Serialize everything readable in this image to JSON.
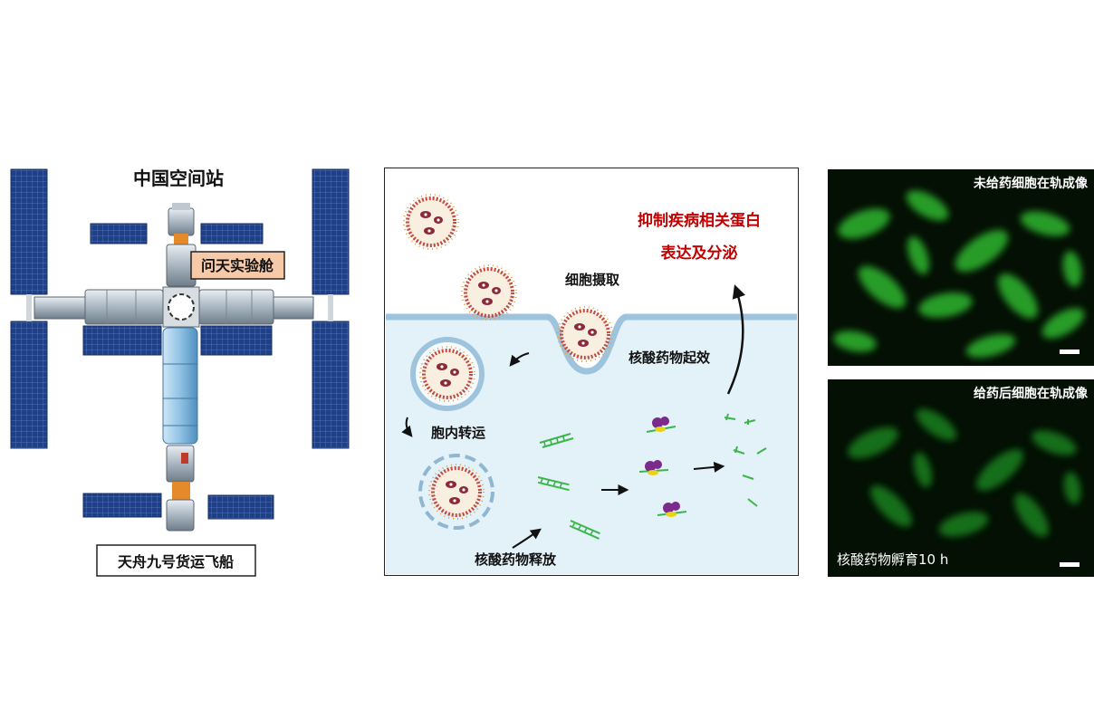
{
  "station": {
    "title": "中国空间站",
    "module_label": "问天实验舱",
    "cargo_label": "天舟九号货运飞船"
  },
  "mechanism": {
    "uptake": "细胞摄取",
    "transport": "胞内转运",
    "release": "核酸药物释放",
    "effect": "核酸药物起效",
    "result_line1": "抑制疾病相关蛋白",
    "result_line2": "表达及分泌"
  },
  "imaging": {
    "top_caption": "未给药细胞在轨成像",
    "bottom_caption": "给药后细胞在轨成像",
    "incubation_note": "核酸药物孵育10 h"
  },
  "colors": {
    "result_text": "#c00000",
    "label_box_fill": "#f6c9a8",
    "membrane": "#9ec3dc",
    "cytoplasm": "#e3f1f8",
    "panel_frame": "#222222",
    "solar_panel": "#1f3f86",
    "fluorescence": "#2fb52f",
    "nucleic_acid": "#3cb54a"
  }
}
